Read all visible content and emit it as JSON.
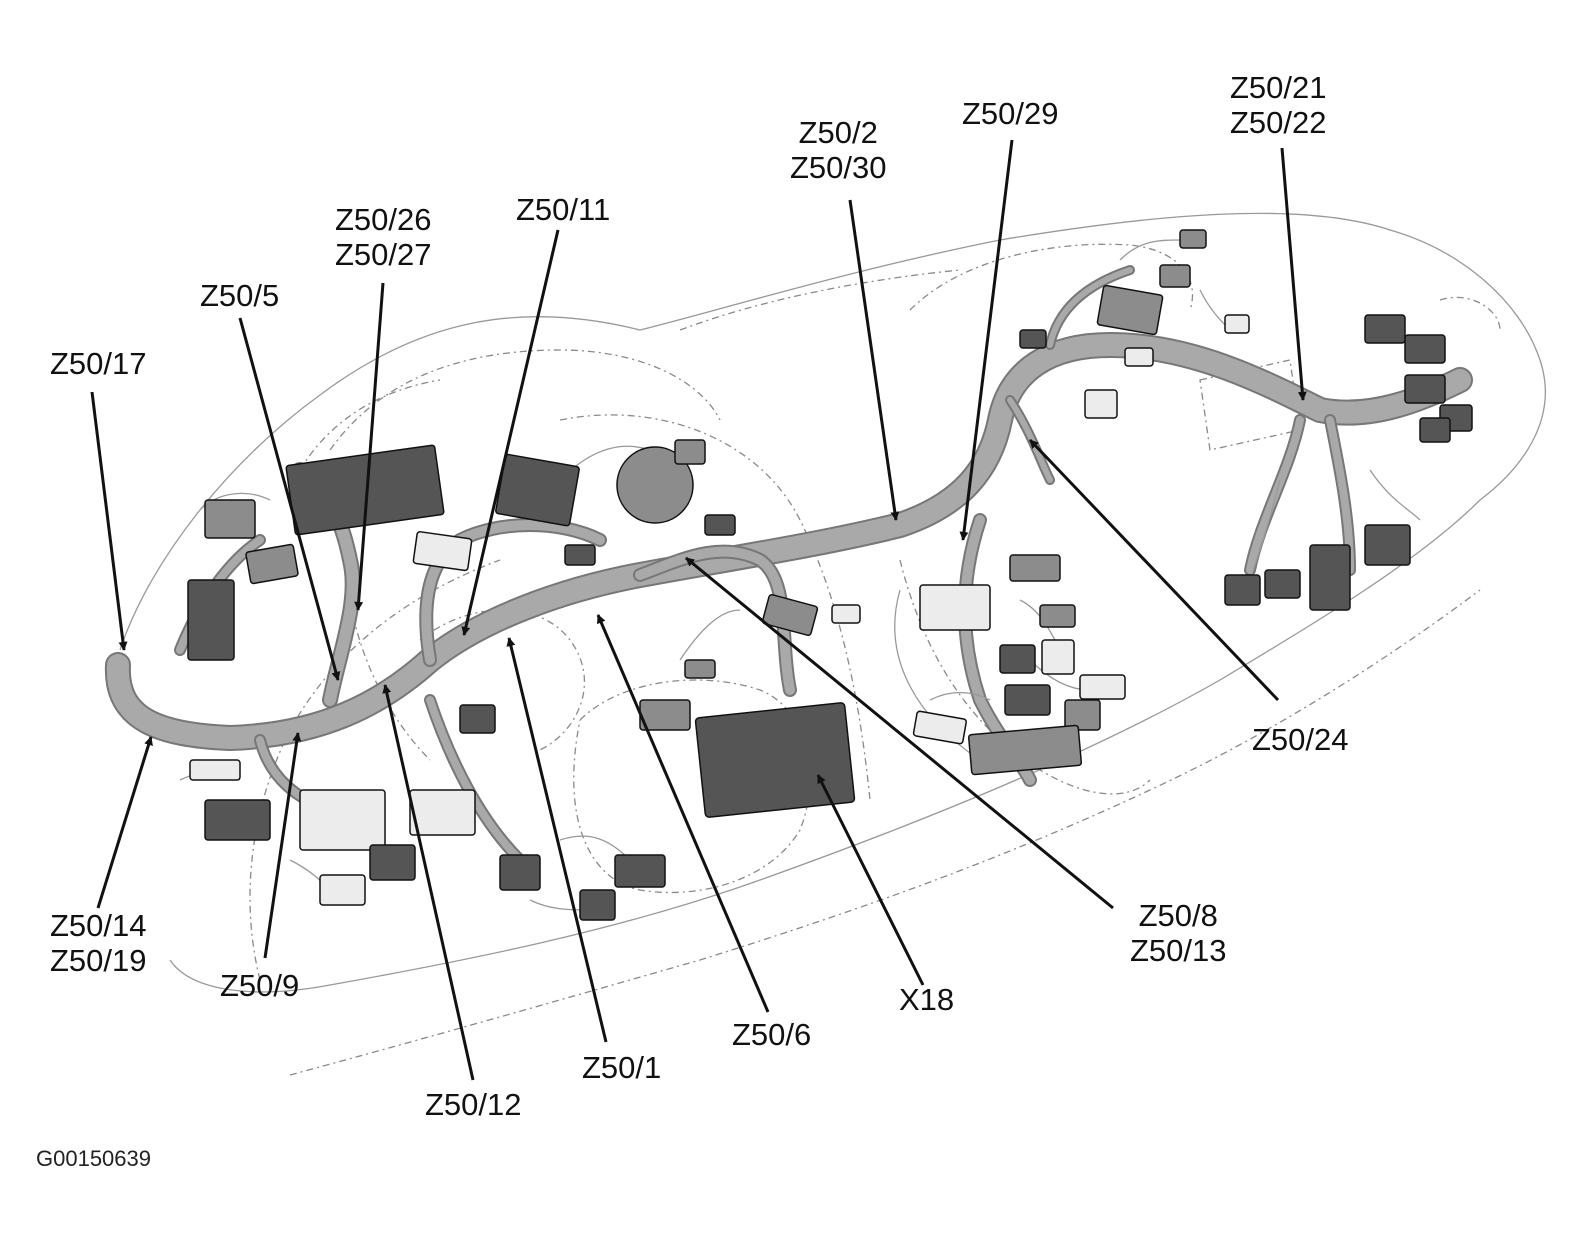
{
  "figure": {
    "reference_code": "G00150639",
    "callouts": {
      "z50_17": [
        "Z50/17"
      ],
      "z50_5": [
        "Z50/5"
      ],
      "z50_26_27": [
        "Z50/26",
        "Z50/27"
      ],
      "z50_11": [
        "Z50/11"
      ],
      "z50_2_30": [
        "Z50/2",
        "Z50/30"
      ],
      "z50_29": [
        "Z50/29"
      ],
      "z50_21_22": [
        "Z50/21",
        "Z50/22"
      ],
      "z50_24": [
        "Z50/24"
      ],
      "z50_8_13": [
        "Z50/8",
        "Z50/13"
      ],
      "x18": [
        "X18"
      ],
      "z50_6": [
        "Z50/6"
      ],
      "z50_1": [
        "Z50/1"
      ],
      "z50_12": [
        "Z50/12"
      ],
      "z50_9": [
        "Z50/9"
      ],
      "z50_14_19": [
        "Z50/14",
        "Z50/19"
      ]
    }
  }
}
